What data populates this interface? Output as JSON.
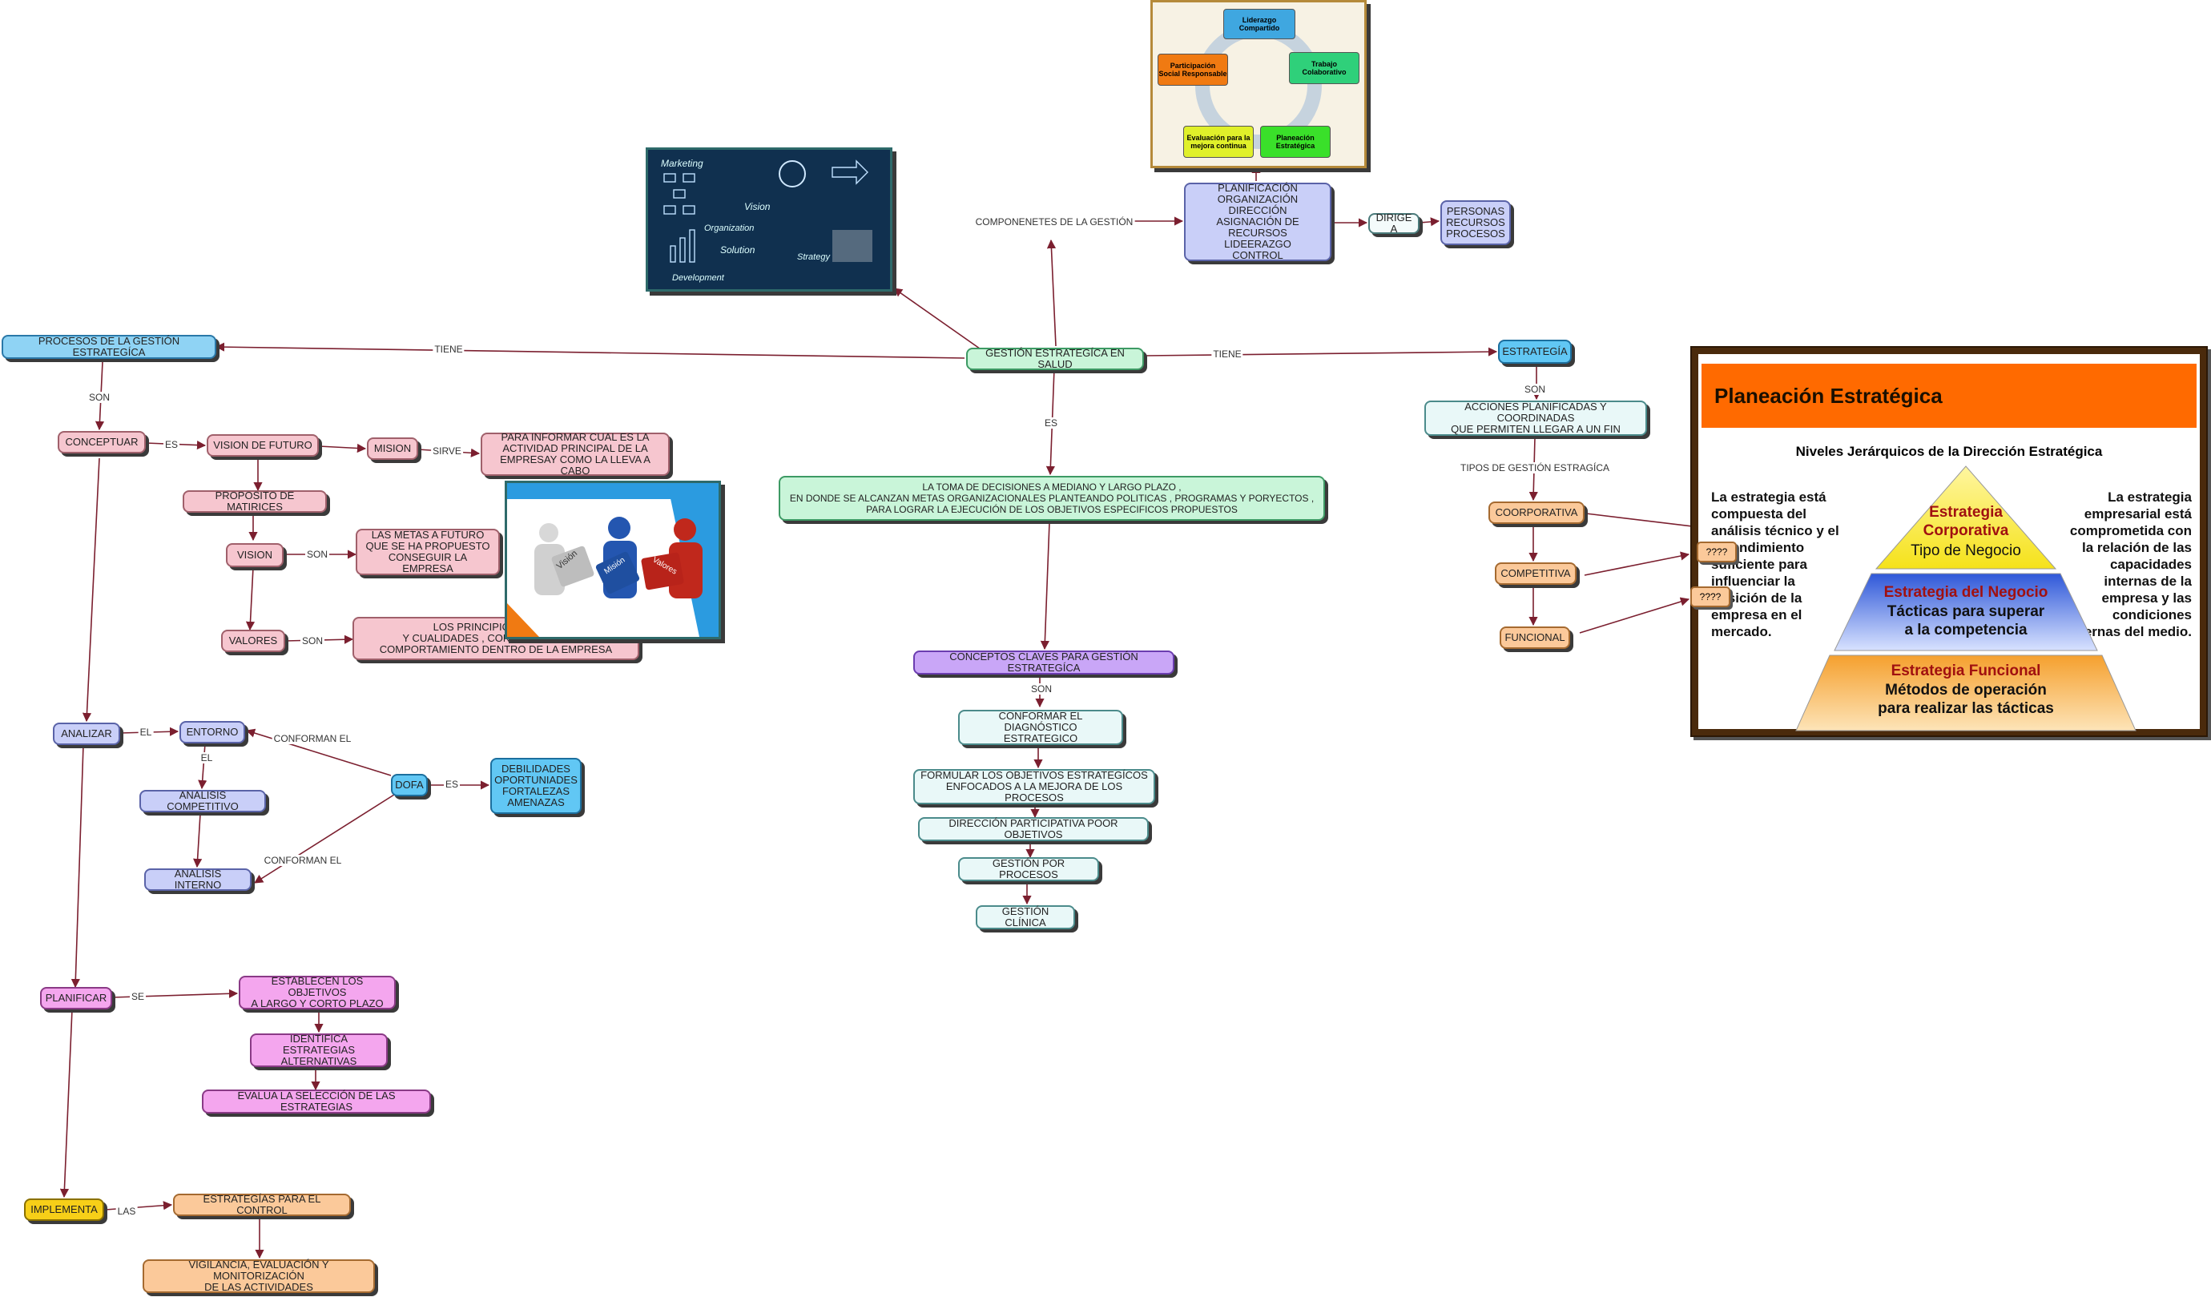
{
  "nodes": {
    "gestion": "GESTIÓN ESTRATEGÍCA EN SALUD",
    "procesos": "PROCESOS DE LA GESTIÓN ESTRATEGÍCA",
    "conceptuar": "CONCEPTUAR",
    "vision_futuro": "VISION DE FUTURO",
    "mision": "MISION",
    "mision_desc": "PARA INFORMAR CUAL ES LA\nACTIVIDAD PRINCIPAL DE LA\nEMPRESAY COMO LA LLEVA A CABO",
    "proposito": "PROPOSITO DE MATIRICES",
    "vision": "VISION",
    "vision_desc": "LAS METAS A FUTURO\nQUE SE HA PROPUESTO\nCONSEGUIR LA EMPRESA",
    "valores": "VALORES",
    "valores_desc": "LOS PRINCIPIOS ETICOS\nY CUALIDADES , CON LAS CUALES ...\nCOMPORTAMIENTO DENTRO DE LA EMPRESA",
    "analizar": "ANALIZAR",
    "entorno": "ENTORNO",
    "analisis_competitivo": "ANALISIS COMPETITIVO",
    "analisis_interno": "ANALISIS INTERNO",
    "dofa": "DOFA",
    "dofa_desc": "DEBILIDADES\nOPORTUNIADES\nFORTALEZAS\nAMENAZAS",
    "planificar": "PLANIFICAR",
    "establecen": "ESTABLECEN LOS OBJETIVOS\nA LARGO Y CORTO PLAZO",
    "identifica": "IDENTIFICA ESTRATEGIAS\nALTERNATIVAS",
    "evalua": "EVALUA LA SELECCIÓN DE LAS ESTRATEGIAS",
    "implementa": "IMPLEMENTA",
    "estrategias_control": "ESTRATEGÍAS PARA EL CONTROL",
    "vigilancia": "VIGILANCIA, EVALUACIÓN Y MONITORIZACIÓN\nDE LAS ACTIVIDADES",
    "componentes": "PLANIFICACIÓN\nORGANIZACIÓN\nDIRECCIÓN\nASIGNACIÓN DE RECURSOS\nLIDEERAZGO\nCONTROL",
    "dirige": "DIRIGE A",
    "personas": "PERSONAS\nRECURSOS\nPROCESOS",
    "toma_decisiones": "LA TOMA DE DECISIONES A MEDIANO Y LARGO PLAZO ,\nEN DONDE  SE ALCANZAN METAS ORGANIZACIONALES PLANTEANDO POLITICAS , PROGRAMAS Y PORYECTOS ,\nPARA LOGRAR LA EJECUCIÓN DE LOS OBJETIVOS ESPECIFICOS PROPUESTOS",
    "conceptos": "CONCEPTOS CLAVES PARA GESTIÓN ESTRATEGÍCA",
    "conformar": "CONFORMAR EL DIAGNÓSTICO\nESTRATEGICO",
    "formular": "FORMULAR LOS OBJETIVOS ESTRATEGÍCOS\nENFOCADOS A LA MEJORA DE LOS PROCESOS",
    "direccion_part": "DIRECCIÓN PARTICIPATIVA POOR OBJETIVOS",
    "gestion_procesos": "GESTIÓN POR PROCESOS",
    "gestion_clinica": "GESTIÓN CLÍNICA",
    "estrategia": "ESTRATEGÍA",
    "acciones": "ACCIONES PLANIFICADAS Y COORDINADAS\nQUE PERMITEN LLEGAR A UN  FIN",
    "coorporativa": "COORPORATIVA",
    "competitiva": "COMPETITIVA",
    "funcional": "FUNCIONAL"
  },
  "link_labels": {
    "tiene_left": "TIENE",
    "tiene_right": "TIENE",
    "son1": "SON",
    "es1": "ES",
    "sirve": "SIRVE",
    "son_vision": "SON",
    "son_valores": "SON",
    "el_entorno": "EL",
    "el_competitivo": "EL",
    "conforman1": "CONFORMAN EL",
    "conforman2": "CONFORMAN EL",
    "es_dofa": "ES",
    "se": "SE",
    "las": "LAS",
    "componenetes": "COMPONENETES  DE LA GESTIÓN",
    "es_center": "ES",
    "son_center": "SON",
    "son_estrategia": "SON",
    "tipos": "TIPOS DE GESTIÓN ESTRAGÍCA"
  },
  "cycle": {
    "liderazgo": "Liderazgo\nCompartido",
    "trabajo": "Trabajo\nColaborativo",
    "planeacion": "Planeación\nEstratégica",
    "evaluacion": "Evaluación para la\nmejora continua",
    "participacion": "Participación\nSocial Responsable"
  },
  "photo_words": {
    "marketing": "Marketing",
    "vision": "Vision",
    "organization": "Organization",
    "solution": "Solution",
    "strategy": "Strategy",
    "development": "Development",
    "puzzle_vision": "Visión",
    "puzzle_mision": "Misión",
    "puzzle_valores": "Valores"
  },
  "planeacion": {
    "title": "Planeación Estratégica",
    "subtitle": "Niveles Jerárquicos de la Dirección Estratégica",
    "left_text": "La estrategia está compuesta del análisis técnico y el entendimiento suficiente  para influenciar la posición de la empresa en el mercado.",
    "right_text": "La estrategia empresarial está comprometida con la relación de las capacidades internas de la empresa y las condiciones externas del medio.",
    "tier1_title": "Estrategia\nCorporativa",
    "tier1_sub": "Tipo de Negocio",
    "tier2_title": "Estrategia del Negocio",
    "tier2_sub": "Tácticas para superar\na la competencia",
    "tier3_title": "Estrategia Funcional",
    "tier3_sub": "Métodos de operación\npara realizar las tácticas",
    "badge": "????"
  },
  "colors": {
    "link": "#7b1f2f",
    "title_bar": "#ff6a00",
    "tier1": "#f5e21a",
    "tier2": "#3d6fe0",
    "tier3": "#f39b2e",
    "tier_title": "#a01010"
  }
}
